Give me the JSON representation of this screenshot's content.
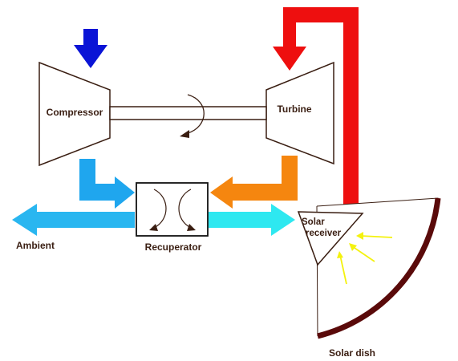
{
  "labels": {
    "compressor": "Compressor",
    "turbine": "Turbine",
    "recuperator": "Recuperator",
    "ambient": "Ambient",
    "solar_receiver_line1": "Solar",
    "solar_receiver_line2": "receiver",
    "solar_dish": "Solar dish"
  },
  "colors": {
    "cold_inlet": "#0a14d6",
    "compressor_outlet": "#1fa6ee",
    "ambient_exhaust": "#29b6f0",
    "recuperator_outlet": "#2ee8f0",
    "turbine_exhaust": "#f5860f",
    "hot_loop": "#ee0f0f",
    "sunlight": "#f4f20e",
    "dish": "#5a0a0a",
    "outline": "#3a1e12"
  }
}
